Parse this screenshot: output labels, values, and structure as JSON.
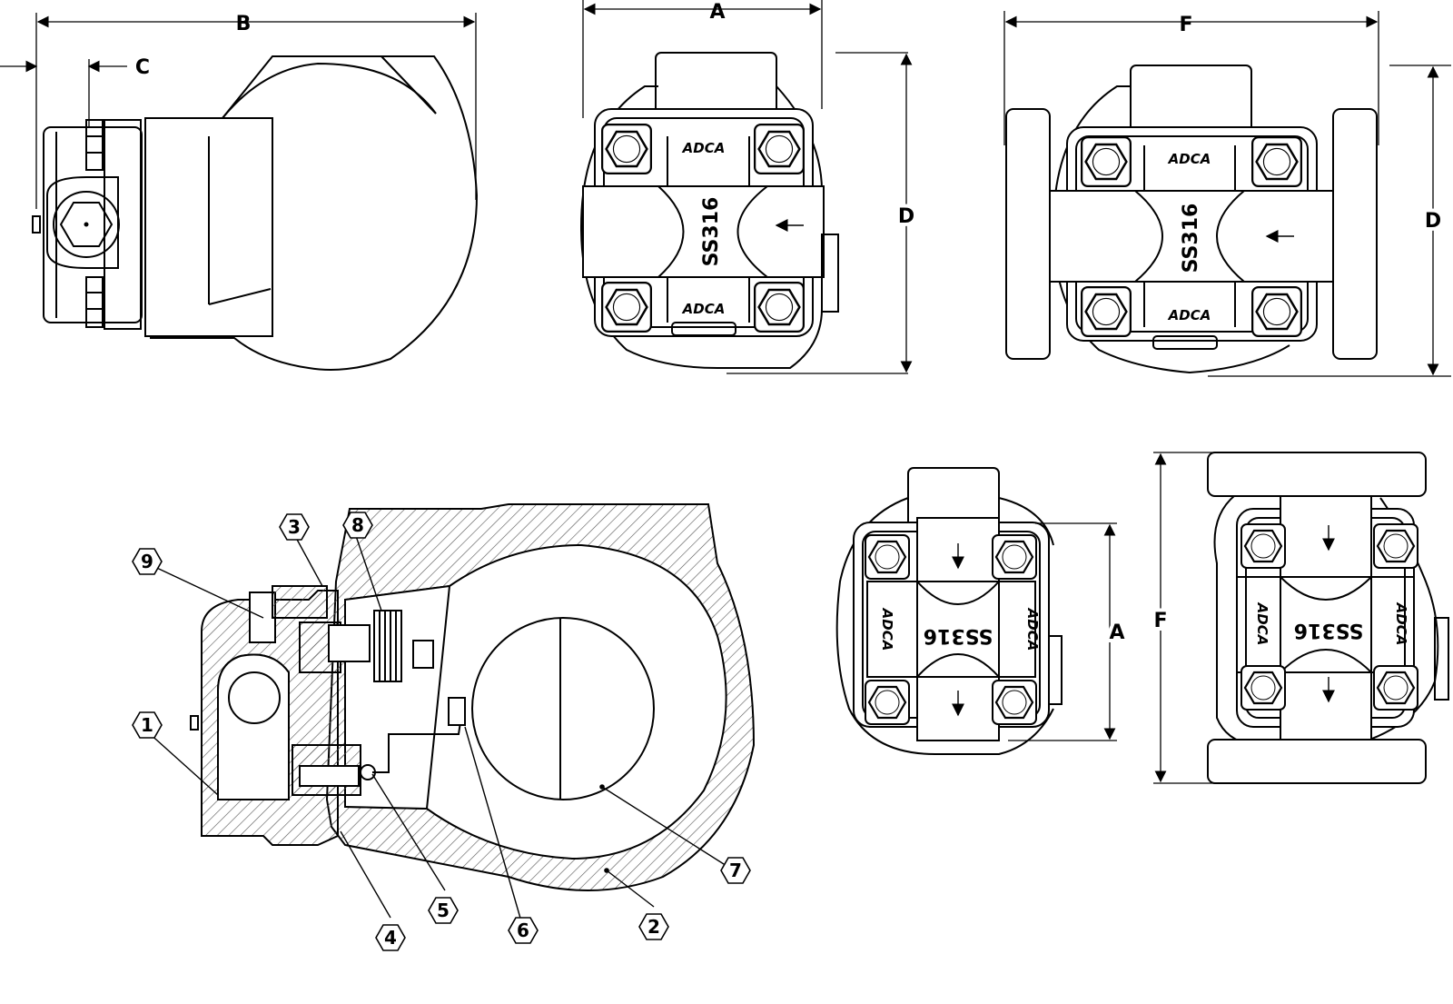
{
  "dimension_labels": {
    "b": "B",
    "c": "C",
    "a_top": "A",
    "d_mid": "D",
    "f_top": "F",
    "d_right": "D",
    "a_lower": "A",
    "f_lower": "F"
  },
  "body_markings": {
    "brand": "ADCA",
    "material": "SS316"
  },
  "part_balloons": [
    "1",
    "2",
    "3",
    "4",
    "5",
    "6",
    "7",
    "8",
    "9"
  ],
  "colors": {
    "line": "#000000",
    "hatch": "#555555",
    "paper": "#ffffff"
  }
}
